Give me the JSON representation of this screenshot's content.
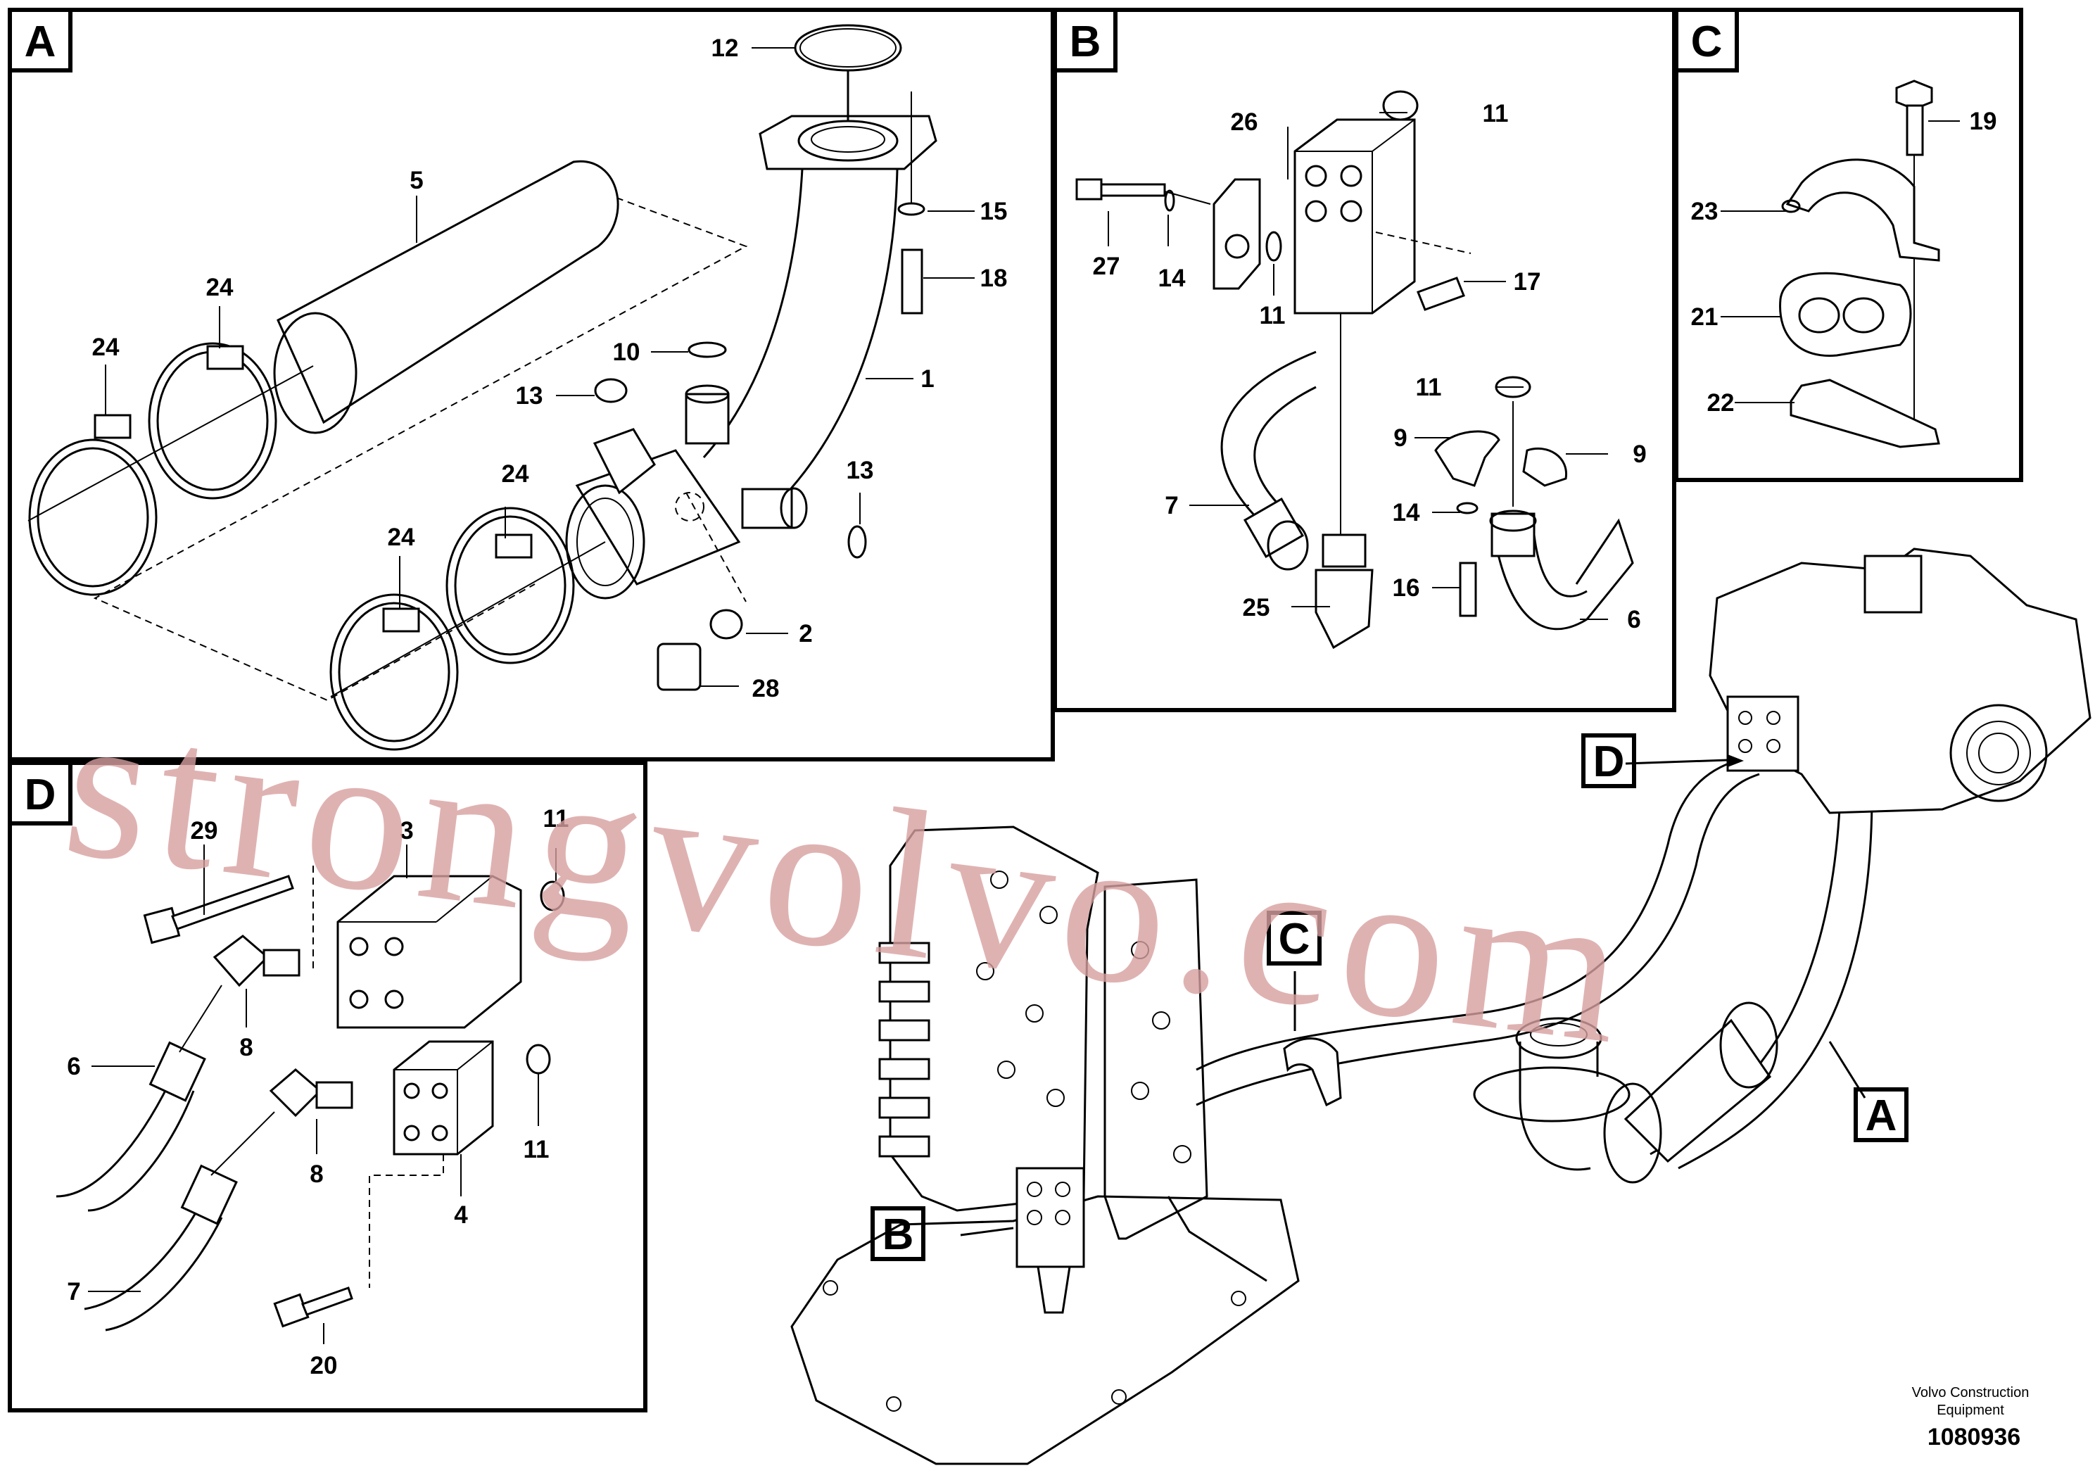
{
  "panels": {
    "A": {
      "label": "A"
    },
    "B": {
      "label": "B"
    },
    "C": {
      "label": "C"
    },
    "D": {
      "label": "D"
    }
  },
  "part_numbers": {
    "a_12": "12",
    "a_5": "5",
    "a_15": "15",
    "a_18": "18",
    "a_24a": "24",
    "a_24b": "24",
    "a_10": "10",
    "a_13a": "13",
    "a_1": "1",
    "a_24c": "24",
    "a_24d": "24",
    "a_13b": "13",
    "a_2": "2",
    "a_28": "28",
    "b_26": "26",
    "b_11a": "11",
    "b_27": "27",
    "b_14a": "14",
    "b_11b": "11",
    "b_17": "17",
    "b_11c": "11",
    "b_9a": "9",
    "b_9b": "9",
    "b_7": "7",
    "b_14b": "14",
    "b_16": "16",
    "b_25": "25",
    "b_6": "6",
    "c_19": "19",
    "c_23": "23",
    "c_21": "21",
    "c_22": "22",
    "d_29": "29",
    "d_3": "3",
    "d_11a": "11",
    "d_6": "6",
    "d_8a": "8",
    "d_8b": "8",
    "d_11b": "11",
    "d_7": "7",
    "d_4": "4",
    "d_20": "20"
  },
  "callouts": {
    "d": "D",
    "c": "C",
    "b": "B",
    "a": "A"
  },
  "credit": {
    "line1": "Volvo Construction",
    "line2": "Equipment"
  },
  "drawing_number": "1080936",
  "watermark": "strongvolvo.com"
}
